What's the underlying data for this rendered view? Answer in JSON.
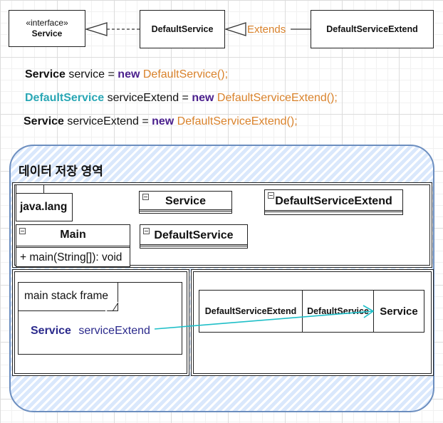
{
  "uml": {
    "interface_stereotype": "«interface»",
    "interface_name": "Service",
    "default_service": "DefaultService",
    "extends_label": "Extends",
    "default_service_extend": "DefaultServiceExtend"
  },
  "code_lines": [
    {
      "type": "Service",
      "var": " service = ",
      "kw": "new",
      "ctor": " DefaultService();"
    },
    {
      "type": "DefaultService",
      "var": " serviceExtend = ",
      "kw": "new",
      "ctor": " DefaultServiceExtend();"
    },
    {
      "type": "Service",
      "var": " serviceExtend = ",
      "kw": "new",
      "ctor": " DefaultServiceExtend();"
    }
  ],
  "memory": {
    "title": "데이터 저장 영역",
    "method_area": {
      "package": "java.lang",
      "classes": {
        "service": "Service",
        "default_service_extend": "DefaultServiceExtend",
        "main": "Main",
        "main_method": "+ main(String[]): void",
        "default_service": "DefaultService"
      }
    },
    "stack": {
      "frame_label": "main stack frame",
      "var_type": "Service",
      "var_name": "serviceExtend"
    },
    "heap": {
      "cell_extend": "DefaultServiceExtend",
      "cell_default": "DefaultService",
      "cell_service": "Service"
    }
  },
  "colors": {
    "keyword": "#4a1f8c",
    "class_name": "#d9822b",
    "teal": "#2aa7b5",
    "region_fill": "#dae8fc",
    "region_border": "#6c8ebf"
  }
}
